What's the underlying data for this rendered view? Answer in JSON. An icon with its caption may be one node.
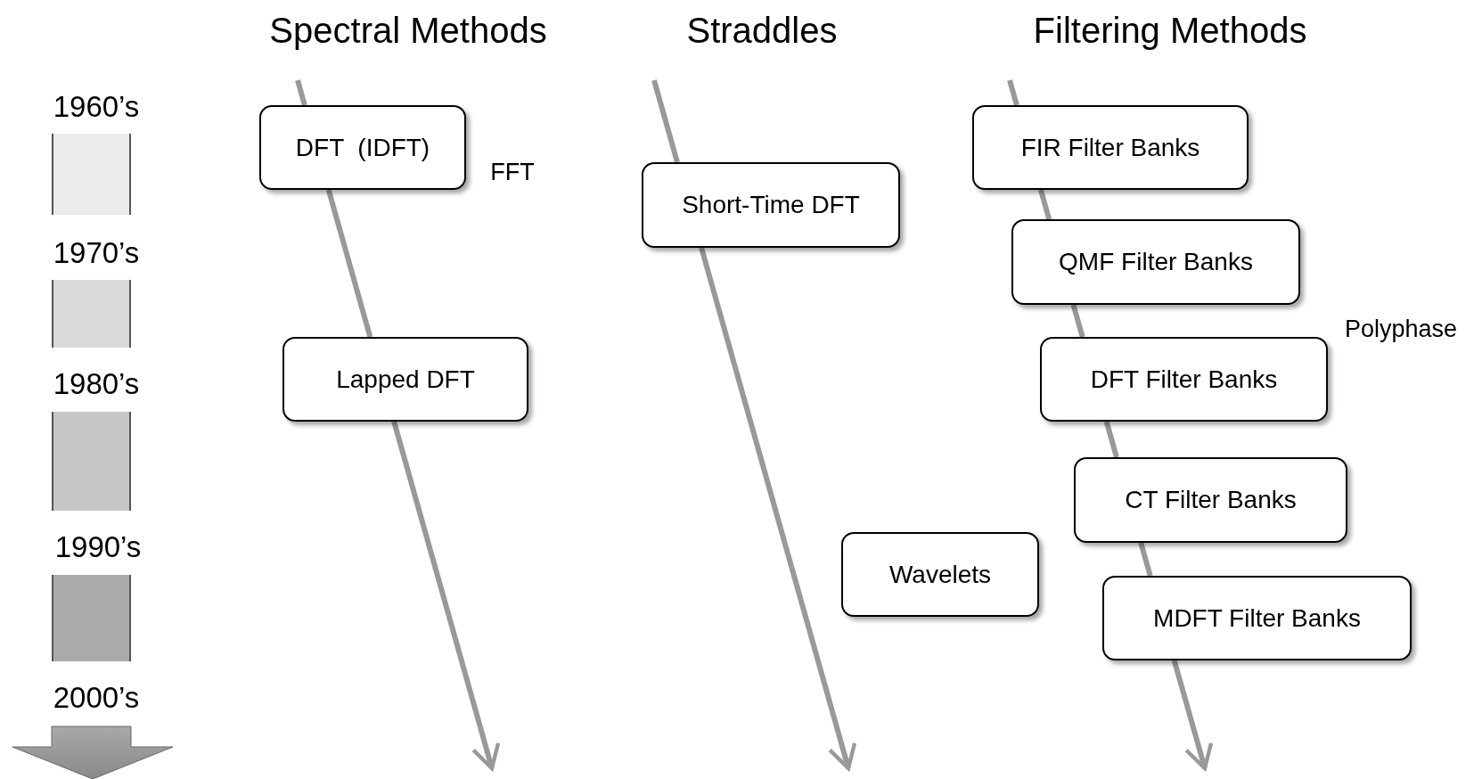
{
  "diagram": {
    "nodes": [
      {
        "text": [
          "DFT  (IDFT)"
        ]
      },
      {
        "text": [
          "Lapped DFT"
        ]
      },
      {
        "text": [
          "Short-Time DFT"
        ]
      },
      {
        "text": [
          "Wavelets"
        ]
      },
      {
        "text": [
          "FIR Filter Banks"
        ]
      },
      {
        "text": [
          "QMF Filter Banks"
        ]
      },
      {
        "text": [
          "DFT Filter Banks"
        ]
      },
      {
        "text": [
          "CT Filter Banks"
        ]
      },
      {
        "text": [
          "MDFT Filter Banks"
        ]
      }
    ],
    "edges": [
      {
        "from": null,
        "to": 0,
        "arrow": "none"
      },
      {
        "from": 0,
        "to": 1,
        "arrow": "none"
      },
      {
        "from": 1,
        "to": null,
        "arrow": "to"
      },
      {
        "from": null,
        "to": 2,
        "arrow": "none"
      },
      {
        "from": 2,
        "to": null,
        "arrow": "to"
      },
      {
        "from": null,
        "to": 4,
        "arrow": "none"
      },
      {
        "from": 4,
        "to": 5,
        "arrow": "none"
      },
      {
        "from": 5,
        "to": 6,
        "arrow": "none"
      },
      {
        "from": 6,
        "to": 7,
        "arrow": "none"
      },
      {
        "from": 7,
        "to": 8,
        "arrow": "none"
      },
      {
        "from": 8,
        "to": null,
        "arrow": "to"
      }
    ],
    "labels": [
      "Spectral Methods",
      "Straddles",
      "Filtering Methods",
      "1960’s",
      "FFT",
      "1970’s",
      "Polyphase",
      "1980’s",
      "1990’s",
      "2000’s"
    ]
  }
}
